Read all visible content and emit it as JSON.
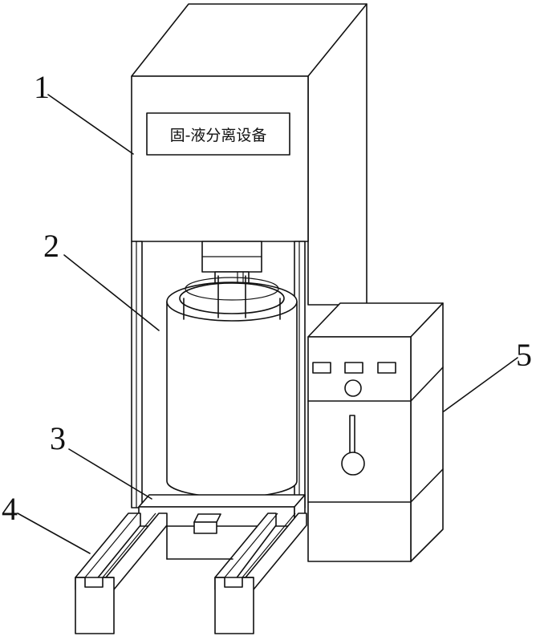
{
  "nameplate": "固-液分离设备",
  "callouts": [
    {
      "id": "1",
      "text": "1"
    },
    {
      "id": "2",
      "text": "2"
    },
    {
      "id": "3",
      "text": "3"
    },
    {
      "id": "4",
      "text": "4"
    },
    {
      "id": "5",
      "text": "5"
    }
  ],
  "colors": {
    "line": "#111111",
    "background": "#ffffff"
  }
}
